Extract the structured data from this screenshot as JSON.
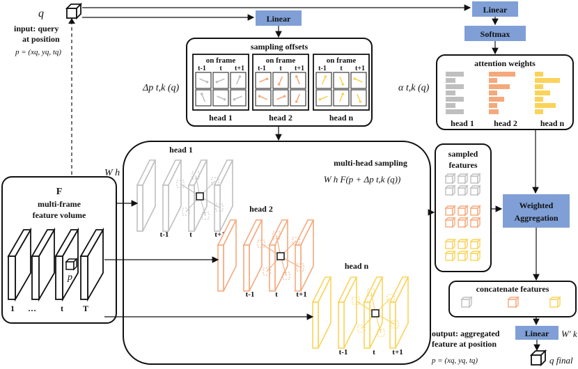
{
  "query": {
    "symbol": "q",
    "label_line1": "input: query",
    "label_line2": "at position",
    "position": "p = (xq, yq, tq)"
  },
  "linear_top": "Linear",
  "linear_right": "Linear",
  "softmax": "Softmax",
  "sampling_offsets": {
    "title": "sampling offsets",
    "on_frame": "on frame",
    "frames": [
      "t-1",
      "t",
      "t+1"
    ],
    "heads": [
      "head 1",
      "head 2",
      "head n"
    ],
    "symbol": "Δp t,k (q)"
  },
  "attention_weights": {
    "title": "attention weights",
    "heads": [
      "head 1",
      "head 2",
      "head n"
    ],
    "symbol": "α t,k (q)"
  },
  "feature_volume": {
    "symbol": "F",
    "line1": "multi-frame",
    "line2": "feature volume",
    "p_label": "p",
    "axis": [
      "1",
      "…",
      "t",
      "T"
    ],
    "wh": "W h"
  },
  "multi_head": {
    "title": "multi-head sampling",
    "formula": "W h F(p + Δp t,k (q))",
    "heads": [
      "head 1",
      "head 2",
      "head n"
    ],
    "frames": [
      "t-1",
      "t",
      "t+1"
    ]
  },
  "sampled_features": {
    "line1": "sampled",
    "line2": "features"
  },
  "weighted": {
    "line1": "Weighted",
    "line2": "Aggregation"
  },
  "concat": "concatenate features",
  "linear_out": "Linear",
  "wk": "W' k",
  "output": {
    "line1": "output: aggregated",
    "line2": "feature at position",
    "position": "p = (xq, yq, tq)",
    "symbol": "q final"
  },
  "colors": {
    "gray": "#bfbfbf",
    "orange": "#f4a97c",
    "yellow": "#fbd35a",
    "blue_box": "#7f9fd6"
  }
}
